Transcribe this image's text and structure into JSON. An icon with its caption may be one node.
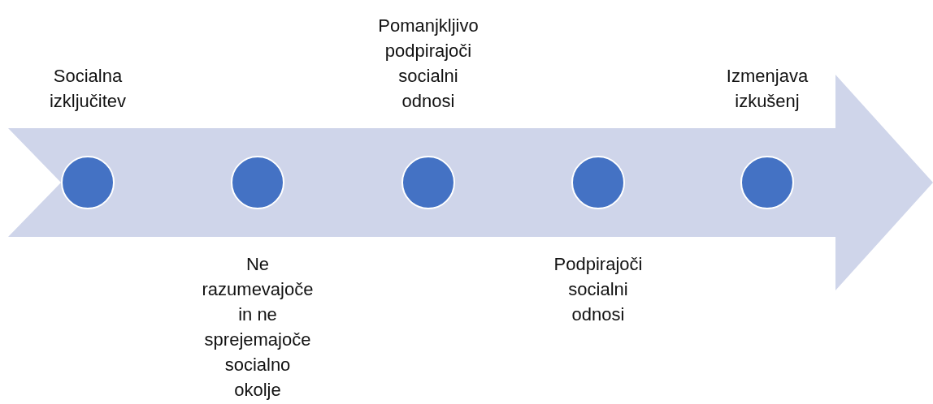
{
  "diagram": {
    "nodes": [
      {
        "text": [],
        "shape": "arrow"
      },
      {
        "text": [],
        "shape": "circle",
        "in": 0,
        "beside": [
          "Socialna izključitev"
        ]
      },
      {
        "text": [],
        "shape": "circle",
        "in": 0,
        "beside": [
          "Ne razumevajoče in ne sprejemajoče socialno okolje"
        ]
      },
      {
        "text": [],
        "shape": "circle",
        "in": 0,
        "beside": [
          "Pomanjkljivo podpirajoči socialni odnosi"
        ]
      },
      {
        "text": [],
        "shape": "circle",
        "in": 0,
        "beside": [
          "Podpirajoči socialni odnosi"
        ]
      },
      {
        "text": [],
        "shape": "circle",
        "in": 0,
        "beside": [
          "Izmenjava izkušenj"
        ]
      }
    ]
  }
}
